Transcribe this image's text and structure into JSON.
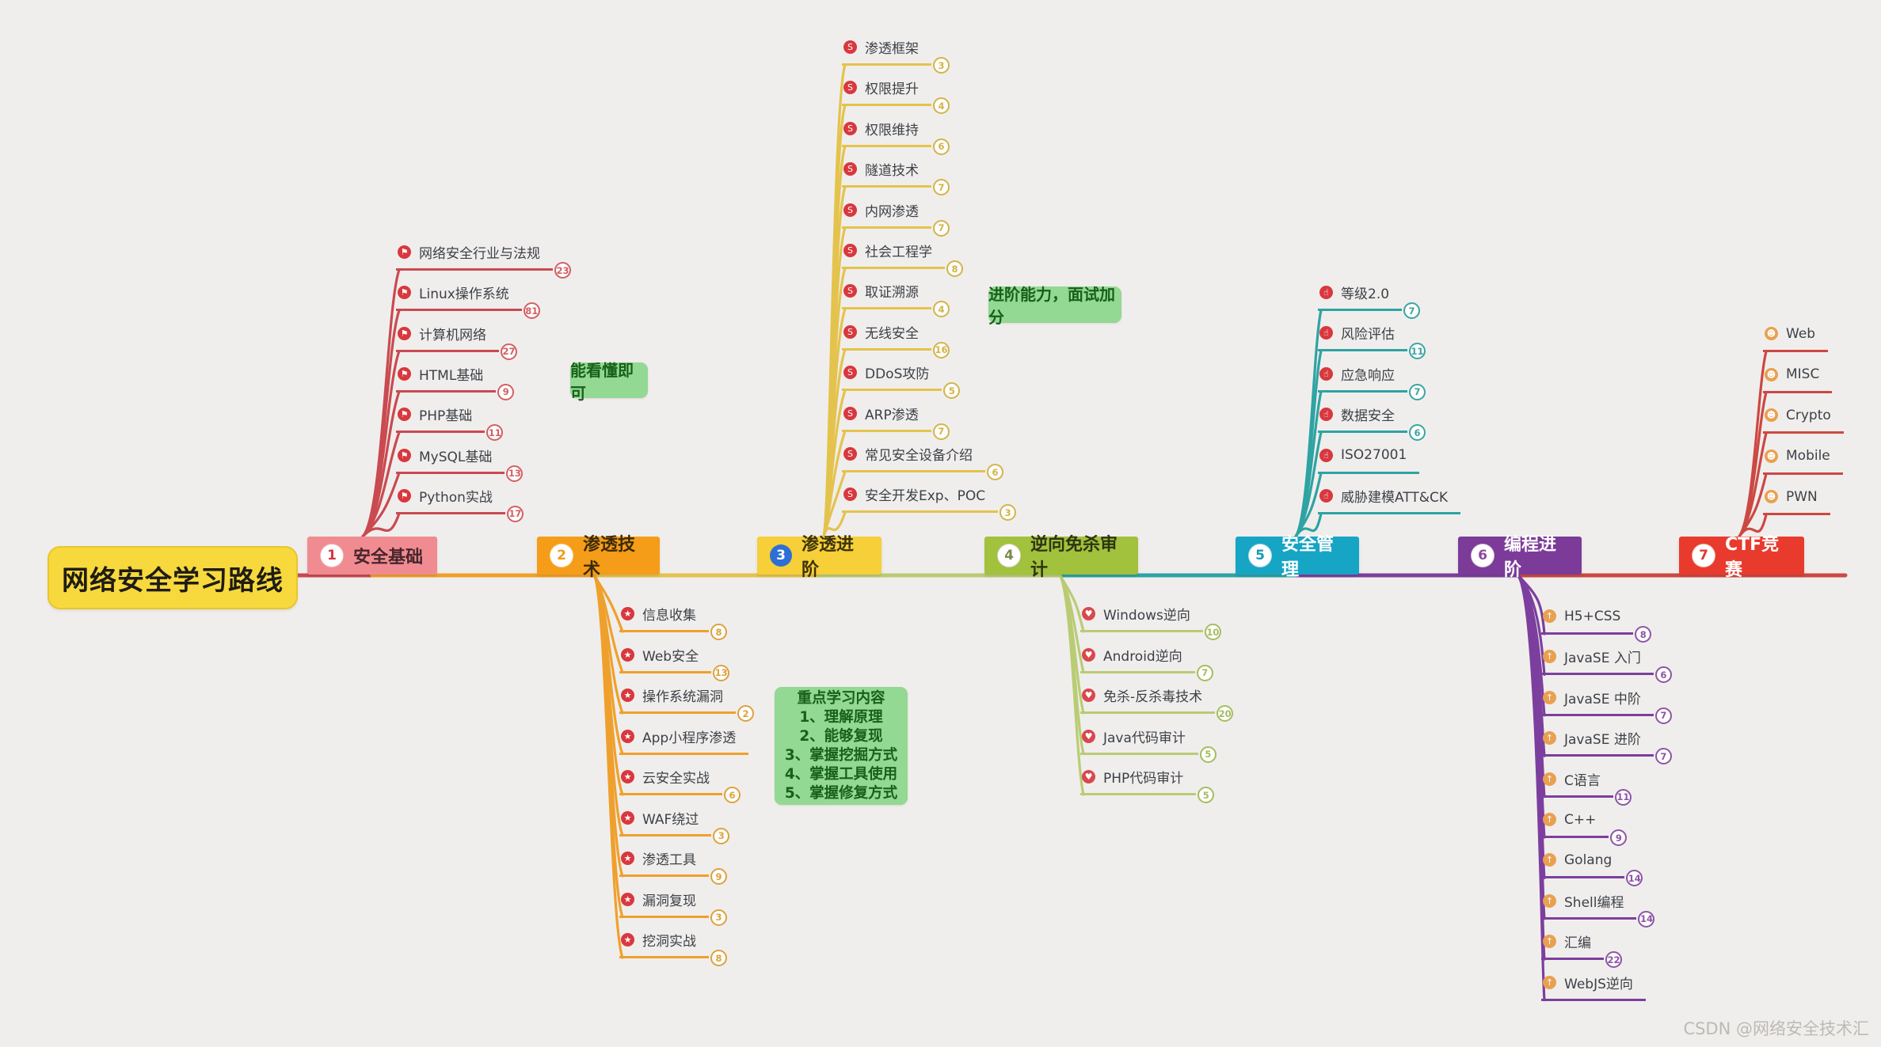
{
  "background": "#f0eeec",
  "root": {
    "label": "网络安全学习路线",
    "bg": "#f7d93e",
    "text_color": "#1f1c14"
  },
  "notes": {
    "bg": "#93d893",
    "text_color": "#17611a",
    "note1": "能看懂即可",
    "note2": "进阶能力，面试加分",
    "note3_lines": [
      "重点学习内容",
      "1、理解原理",
      "2、能够复现",
      "3、掌握挖掘方式",
      "4、掌握工具使用",
      "5、掌握修复方式"
    ]
  },
  "watermark": "CSDN @网络安全技术汇",
  "branches": [
    {
      "num": "1",
      "label": "安全基础",
      "node_bg": "#f18b92",
      "node_text": "#46262b",
      "num_color": "#d8363e",
      "num_bg": "#ffffff",
      "line_color": "#c94a50",
      "badge_color": "#d26065",
      "icon": "flag-icon",
      "icon_glyph": "⚑",
      "icon_bg": "#d8383e",
      "items": [
        {
          "label": "网络安全行业与法规",
          "count": "23"
        },
        {
          "label": "Linux操作系统",
          "count": "81"
        },
        {
          "label": "计算机网络",
          "count": "27"
        },
        {
          "label": "HTML基础",
          "count": "9"
        },
        {
          "label": "PHP基础",
          "count": "11"
        },
        {
          "label": "MySQL基础",
          "count": "13"
        },
        {
          "label": "Python实战",
          "count": "17"
        }
      ]
    },
    {
      "num": "2",
      "label": "渗透技术",
      "node_bg": "#f59d18",
      "node_text": "#3d2a08",
      "num_color": "#ef9c18",
      "num_bg": "#ffffff",
      "line_color": "#efa02c",
      "badge_color": "#dca23e",
      "icon": "star-icon",
      "icon_glyph": "★",
      "icon_bg": "#d8383e",
      "items": [
        {
          "label": "信息收集",
          "count": "8"
        },
        {
          "label": "Web安全",
          "count": "13"
        },
        {
          "label": "操作系统漏洞",
          "count": "2"
        },
        {
          "label": "App小程序渗透",
          "count": null
        },
        {
          "label": "云安全实战",
          "count": "6"
        },
        {
          "label": "WAF绕过",
          "count": "3"
        },
        {
          "label": "渗透工具",
          "count": "9"
        },
        {
          "label": "漏洞复现",
          "count": "3"
        },
        {
          "label": "挖洞实战",
          "count": "8"
        }
      ]
    },
    {
      "num": "3",
      "label": "渗透进阶",
      "node_bg": "#f6cf39",
      "node_text": "#3d3208",
      "num_color": "#ffffff",
      "num_bg": "#2e6fd6",
      "line_color": "#e4c34c",
      "badge_color": "#d3b44a",
      "icon": "dollar-icon",
      "icon_glyph": "S",
      "icon_bg": "#d8383e",
      "items": [
        {
          "label": "渗透框架",
          "count": "3"
        },
        {
          "label": "权限提升",
          "count": "4"
        },
        {
          "label": "权限维持",
          "count": "6"
        },
        {
          "label": "隧道技术",
          "count": "7"
        },
        {
          "label": "内网渗透",
          "count": "7"
        },
        {
          "label": "社会工程学",
          "count": "8"
        },
        {
          "label": "取证溯源",
          "count": "4"
        },
        {
          "label": "无线安全",
          "count": "16"
        },
        {
          "label": "DDoS攻防",
          "count": "5"
        },
        {
          "label": "ARP渗透",
          "count": "7"
        },
        {
          "label": "常见安全设备介绍",
          "count": "6"
        },
        {
          "label": "安全开发Exp、POC",
          "count": "3"
        }
      ]
    },
    {
      "num": "4",
      "label": "逆向免杀审计",
      "node_bg": "#a2c13c",
      "node_text": "#2e3510",
      "num_color": "#7a8a50",
      "num_bg": "#ffffff",
      "line_color": "#b9cc74",
      "badge_color": "#a4bd60",
      "icon": "heart-icon",
      "icon_glyph": "♥",
      "icon_bg": "#d8484e",
      "items": [
        {
          "label": "Windows逆向",
          "count": "10"
        },
        {
          "label": "Android逆向",
          "count": "7"
        },
        {
          "label": "免杀-反杀毒技术",
          "count": "20"
        },
        {
          "label": "Java代码审计",
          "count": "5"
        },
        {
          "label": "PHP代码审计",
          "count": "5"
        }
      ]
    },
    {
      "num": "5",
      "label": "安全管理",
      "node_bg": "#17a5c5",
      "node_text": "#ffffff",
      "num_color": "#1899b8",
      "num_bg": "#ffffff",
      "line_color": "#2ea3a3",
      "badge_color": "#3aa5a5",
      "icon": "thumbs-up-icon",
      "icon_glyph": "☝",
      "icon_bg": "#d8383e",
      "items": [
        {
          "label": "等级2.0",
          "count": "7"
        },
        {
          "label": "风险评估",
          "count": "11"
        },
        {
          "label": "应急响应",
          "count": "7"
        },
        {
          "label": "数据安全",
          "count": "6"
        },
        {
          "label": "ISO27001",
          "count": null
        },
        {
          "label": "威胁建模ATT&CK",
          "count": null
        }
      ]
    },
    {
      "num": "6",
      "label": "编程进阶",
      "node_bg": "#7c3a99",
      "node_text": "#ffffff",
      "num_color": "#8a4aa0",
      "num_bg": "#ffffff",
      "line_color": "#7c3f9e",
      "badge_color": "#8d55a8",
      "icon": "arrow-up-icon",
      "icon_glyph": "↑",
      "icon_bg": "#e9a050",
      "items": [
        {
          "label": "H5+CSS",
          "count": "8"
        },
        {
          "label": "JavaSE 入门",
          "count": "6"
        },
        {
          "label": "JavaSE 中阶",
          "count": "7"
        },
        {
          "label": "JavaSE 进阶",
          "count": "7"
        },
        {
          "label": "C语言",
          "count": "11"
        },
        {
          "label": "C++",
          "count": "9"
        },
        {
          "label": "Golang",
          "count": "14"
        },
        {
          "label": "Shell编程",
          "count": "14"
        },
        {
          "label": "汇编",
          "count": "22"
        },
        {
          "label": "WebJS逆向",
          "count": null
        }
      ]
    },
    {
      "num": "7",
      "label": "CTF竞赛",
      "node_bg": "#e83b2d",
      "node_text": "#ffffff",
      "num_color": "#e0392e",
      "num_bg": "#ffffff",
      "line_color": "#cc4842",
      "badge_color": "#cc4842",
      "icon": "bell-icon",
      "icon_glyph": "☻",
      "icon_bg": "#e9a050",
      "items": [
        {
          "label": "Web",
          "count": null
        },
        {
          "label": "MISC",
          "count": null
        },
        {
          "label": "Crypto",
          "count": null
        },
        {
          "label": "Mobile",
          "count": null
        },
        {
          "label": "PWN",
          "count": null
        }
      ]
    }
  ]
}
